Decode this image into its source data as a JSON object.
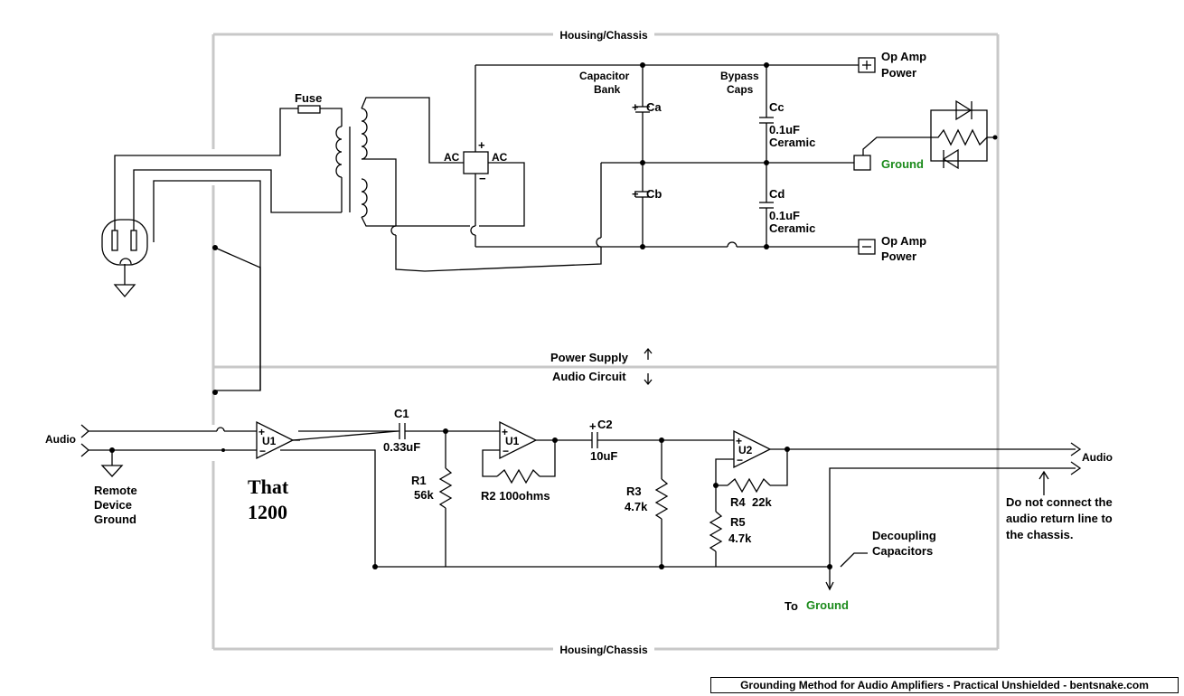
{
  "labels": {
    "housing_top": "Housing/Chassis",
    "housing_bottom": "Housing/Chassis",
    "fuse": "Fuse",
    "ac_left": "AC",
    "ac_right": "AC",
    "capacitor_bank": [
      "Capacitor",
      "Bank"
    ],
    "bypass_caps": [
      "Bypass",
      "Caps"
    ],
    "ca": "Ca",
    "cb": "Cb",
    "cc": "Cc",
    "cd": "Cd",
    "cc_value": [
      "0.1uF",
      "Ceramic"
    ],
    "cd_value": [
      "0.1uF",
      "Ceramic"
    ],
    "opamp_pos": [
      "Op Amp",
      "Power"
    ],
    "opamp_neg": [
      "Op Amp",
      "Power"
    ],
    "ground_top": "Ground",
    "power_supply": "Power Supply",
    "audio_circuit": "Audio Circuit",
    "audio_in": "Audio",
    "audio_out": "Audio",
    "remote_ground": [
      "Remote",
      "Device",
      "Ground"
    ],
    "chip": [
      "That",
      "1200"
    ],
    "u1a": "U1",
    "u1b": "U1",
    "u2": "U2",
    "c1": "C1",
    "c1_value": "0.33uF",
    "c2": "C2",
    "c2_value": "10uF",
    "r1": "R1",
    "r1_value": "56k",
    "r2": "R2 100ohms",
    "r3": "R3",
    "r3_value": "4.7k",
    "r4": "R4",
    "r4_value": "22k",
    "r5": "R5",
    "r5_value": "4.7k",
    "decoupling": [
      "Decoupling",
      "Capacitors"
    ],
    "to_ground_prefix": "To",
    "to_ground": "Ground",
    "note": [
      "Do not connect the",
      "audio return line to",
      "the chassis."
    ]
  },
  "caption": "Grounding Method for Audio Amplifiers - Practical Unshielded - bentsnake.com",
  "colors": {
    "ground_label": "#1a8a1a",
    "chassis": "#c8c8c8"
  }
}
